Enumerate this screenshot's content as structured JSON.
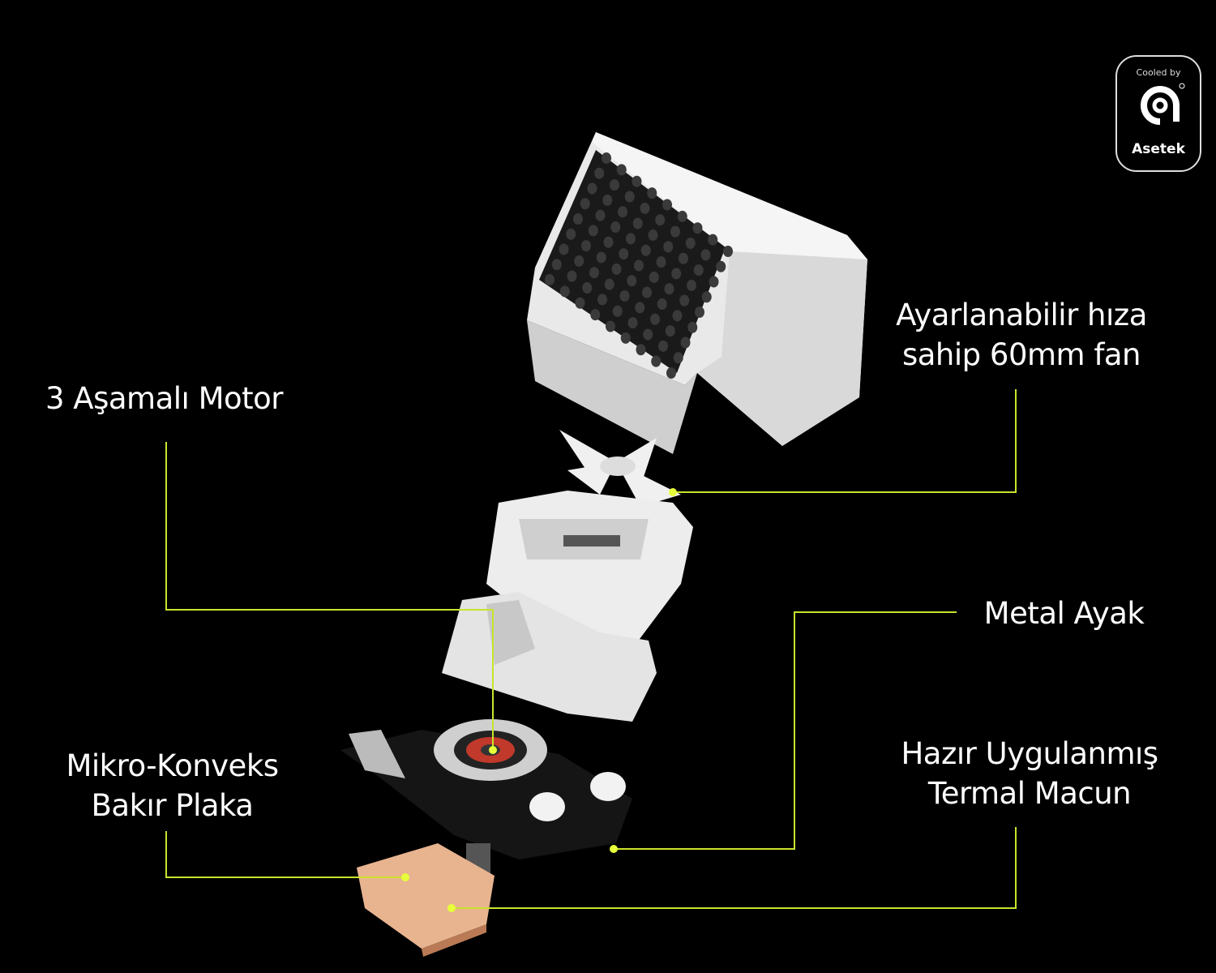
{
  "brand": {
    "badge_top": "Cooled by",
    "badge_name": "Asetek"
  },
  "callouts": {
    "fan": {
      "line1": "Ayarlanabilir hıza",
      "line2": "sahip 60mm fan"
    },
    "motor": {
      "line1": "3 Aşamalı Motor"
    },
    "metal_foot": {
      "line1": "Metal Ayak"
    },
    "thermal_paste": {
      "line1": "Hazır Uygulanmış",
      "line2": "Termal Macun"
    },
    "copper_plate": {
      "line1": "Mikro-Konveks",
      "line2": "Bakır Plaka"
    }
  },
  "colors": {
    "callout_line": "#c9e32c",
    "background": "#000000"
  }
}
